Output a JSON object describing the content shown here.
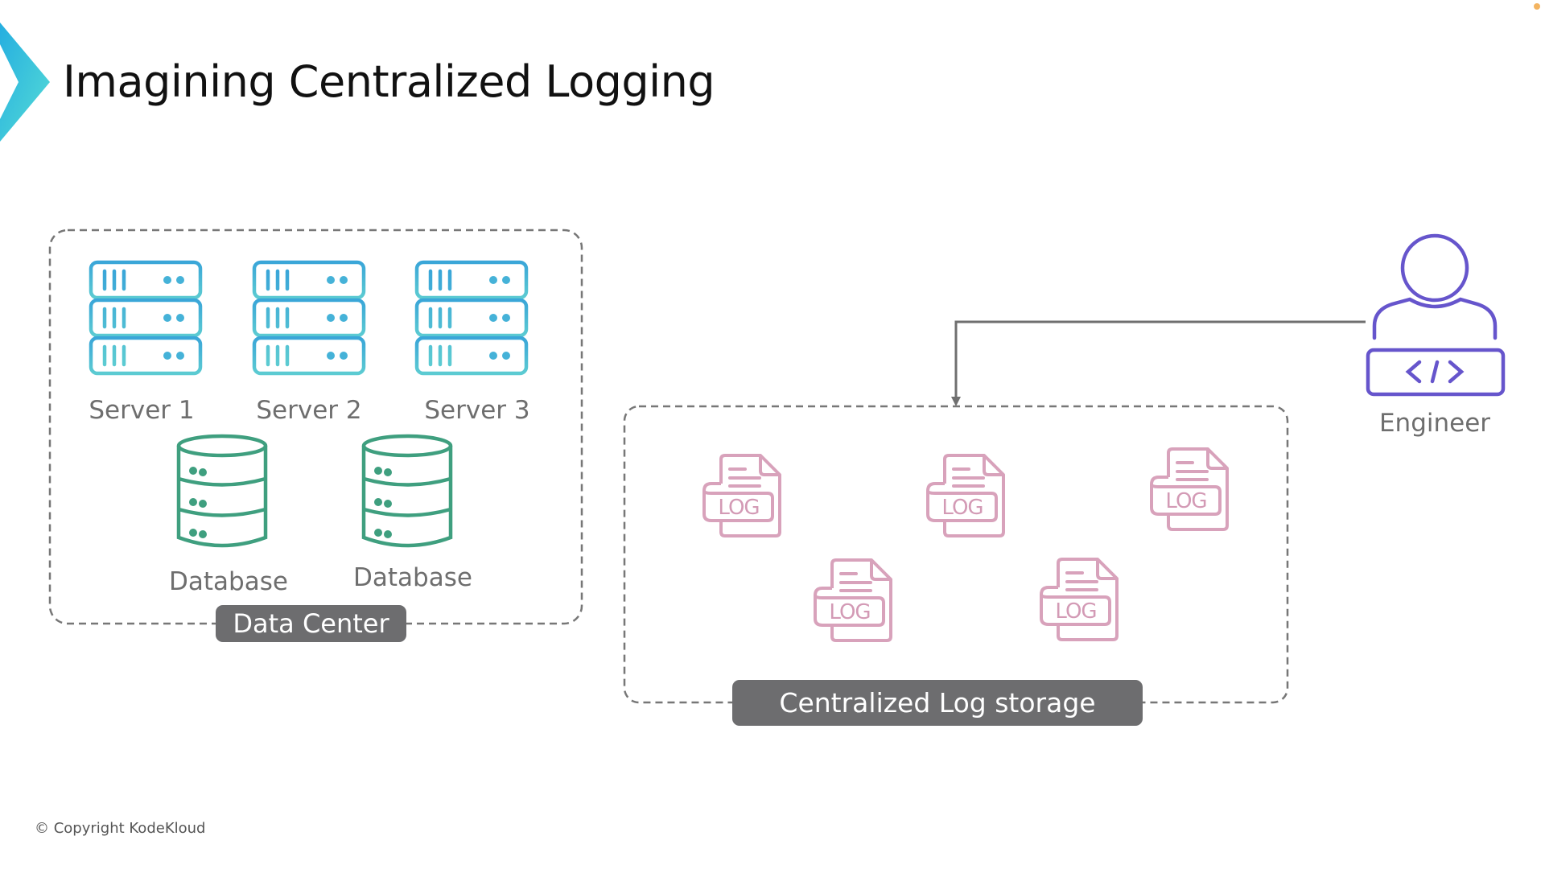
{
  "slide": {
    "title": "Imagining Centralized Logging",
    "copyright": "© Copyright KodeKloud"
  },
  "colors": {
    "brand_gradient_start": "#2ab3df",
    "brand_gradient_end": "#4fd6d6",
    "server": "#3aa9d9",
    "server_light": "#5cc8d3",
    "database": "#3f9f7f",
    "log_file": "#d9a3bd",
    "engineer": "#6655cc",
    "pill_bg": "#6d6d6f",
    "dashed_border": "#777777",
    "connector": "#6f6f6f"
  },
  "data_center": {
    "label": "Data Center",
    "servers": [
      {
        "label": "Server 1",
        "icon": "server-icon"
      },
      {
        "label": "Server 2",
        "icon": "server-icon"
      },
      {
        "label": "Server 3",
        "icon": "server-icon"
      }
    ],
    "databases": [
      {
        "label": "Database",
        "icon": "database-icon"
      },
      {
        "label": "Database",
        "icon": "database-icon"
      }
    ]
  },
  "log_storage": {
    "label": "Centralized Log storage",
    "files": [
      {
        "text": "LOG",
        "icon": "log-file-icon"
      },
      {
        "text": "LOG",
        "icon": "log-file-icon"
      },
      {
        "text": "LOG",
        "icon": "log-file-icon"
      },
      {
        "text": "LOG",
        "icon": "log-file-icon"
      },
      {
        "text": "LOG",
        "icon": "log-file-icon"
      }
    ]
  },
  "engineer": {
    "label": "Engineer",
    "icon": "engineer-icon",
    "badge_glyph": "</>"
  },
  "connectors": [
    {
      "from": "engineer",
      "to": "log_storage",
      "style": "arrow"
    }
  ]
}
